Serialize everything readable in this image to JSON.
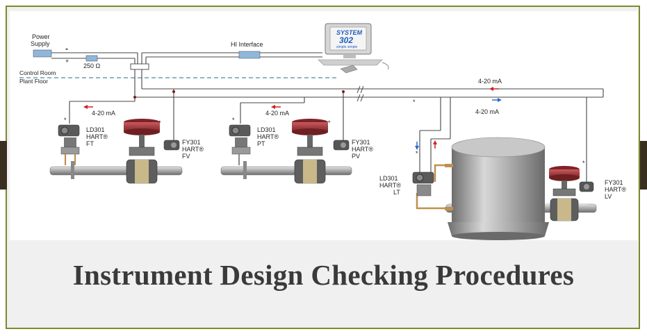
{
  "title": "Instrument Design Checking Procedures",
  "colors": {
    "frame_border": "#7a8a2a",
    "background": "#f0f0f0",
    "wire": "#444444",
    "pipe": "#b7b7b7",
    "tank": "#9a9a9a",
    "valve_actuator": "#a8363b",
    "dashed_boundary": "#4a8aa8",
    "signal_up_arrow": "#cc2222",
    "signal_down_arrow": "#2a6ad0",
    "resistor": "#8fb8d8",
    "title_text": "#3a3a3a"
  },
  "labels": {
    "power_supply": [
      "Power",
      "Supply"
    ],
    "minus": "-",
    "plus": "+",
    "resistor": "250 Ω",
    "hi_interface": "HI Interface",
    "control_room": "Control Room",
    "plant_floor": "Plant Floor",
    "computer_logo": [
      "SYSTEM",
      "302"
    ],
    "computer_tagline": "simple simple"
  },
  "loops": [
    {
      "current_label": "4-20 mA",
      "transmitter": [
        "LD301",
        "HART®",
        "FT"
      ],
      "positioner": [
        "FY301",
        "HART®",
        "FV"
      ],
      "star": "*"
    },
    {
      "current_label": "4-20 mA",
      "transmitter": [
        "LD301",
        "HART®",
        "PT"
      ],
      "positioner": [
        "FY301",
        "HART®",
        "PV"
      ],
      "star": "*"
    },
    {
      "current_label_top": "4-20 mA",
      "current_label_bottom": "4-20 mA",
      "transmitter": [
        "LD301",
        "HART®",
        "LT"
      ],
      "positioner": [
        "FY301",
        "HART®",
        "LV"
      ],
      "star": "*"
    }
  ]
}
